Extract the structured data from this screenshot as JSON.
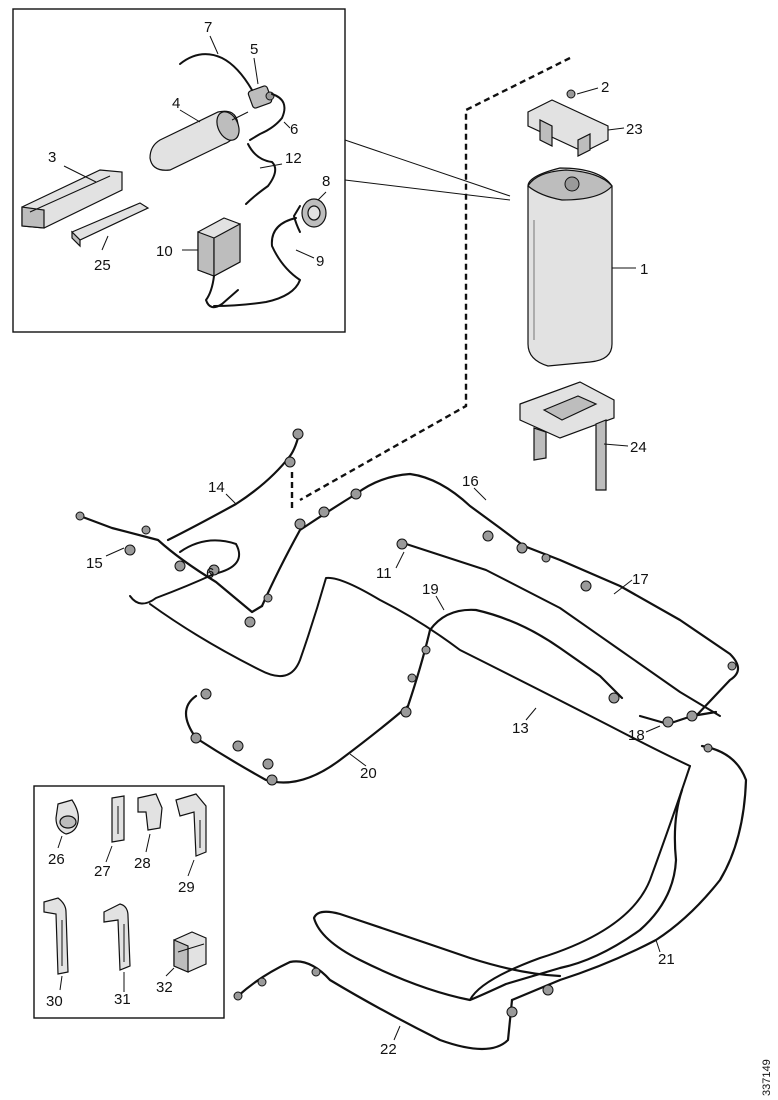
{
  "callouts": {
    "c1": "1",
    "c2": "2",
    "c3": "3",
    "c4": "4",
    "c5": "5",
    "c6": "6",
    "c7": "7",
    "c8": "8",
    "c9": "9",
    "c10": "10",
    "c11": "11",
    "c12": "12",
    "c13": "13",
    "c14": "14",
    "c15": "15",
    "c16": "16",
    "c17": "17",
    "c18": "18",
    "c19": "19",
    "c20": "20",
    "c21": "21",
    "c22": "22",
    "c23": "23",
    "c24": "24",
    "c25": "25",
    "c26": "26",
    "c27": "27",
    "c28": "28",
    "c29": "29",
    "c30": "30",
    "c31": "31",
    "c32": "32",
    "c6b": "6"
  },
  "reference_number": "337149"
}
